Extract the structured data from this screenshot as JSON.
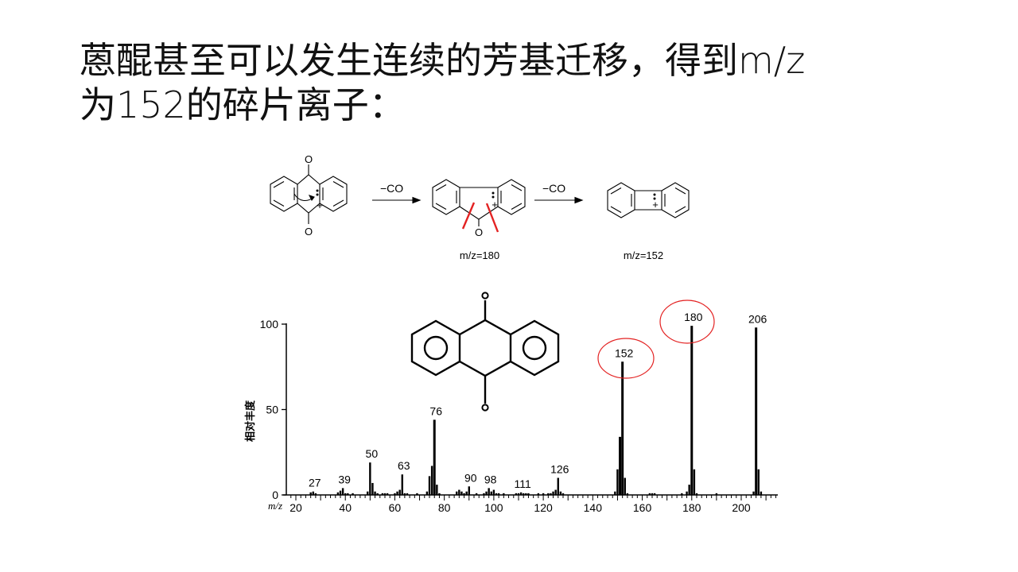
{
  "slide": {
    "title_line1": "蒽醌甚至可以发生连续的芳基迁移，得到m/z",
    "title_line2": "为152的碎片离子："
  },
  "scheme": {
    "arrow1_label": "−CO",
    "arrow2_label": "−CO",
    "atom_o": "O",
    "plus": "+",
    "intermediate_label": "m/z=180",
    "product_label": "m/z=152"
  },
  "chart_data": {
    "type": "bar",
    "ylabel": "相对丰度",
    "xlabel": "m/z",
    "xlim": [
      18,
      214
    ],
    "ylim": [
      0,
      100
    ],
    "x_ticks": [
      20,
      40,
      60,
      80,
      100,
      120,
      140,
      160,
      180,
      200
    ],
    "y_ticks": [
      0,
      50,
      100
    ],
    "highlight_color": "#e32222",
    "highlighted_peaks": [
      152,
      180
    ],
    "peaks": [
      {
        "mz": 26,
        "intensity": 1.5
      },
      {
        "mz": 27,
        "intensity": 2,
        "label": "27"
      },
      {
        "mz": 28,
        "intensity": 1
      },
      {
        "mz": 37,
        "intensity": 1.5
      },
      {
        "mz": 38,
        "intensity": 2.5
      },
      {
        "mz": 39,
        "intensity": 4,
        "label": "39"
      },
      {
        "mz": 40,
        "intensity": 1
      },
      {
        "mz": 41,
        "intensity": 1
      },
      {
        "mz": 43,
        "intensity": 1
      },
      {
        "mz": 49,
        "intensity": 2
      },
      {
        "mz": 50,
        "intensity": 19,
        "label": "50"
      },
      {
        "mz": 51,
        "intensity": 7
      },
      {
        "mz": 52,
        "intensity": 2
      },
      {
        "mz": 53,
        "intensity": 1
      },
      {
        "mz": 55,
        "intensity": 1
      },
      {
        "mz": 56,
        "intensity": 1
      },
      {
        "mz": 57,
        "intensity": 1
      },
      {
        "mz": 60,
        "intensity": 1
      },
      {
        "mz": 61,
        "intensity": 2
      },
      {
        "mz": 62,
        "intensity": 3
      },
      {
        "mz": 63,
        "intensity": 12,
        "label": "63"
      },
      {
        "mz": 64,
        "intensity": 1
      },
      {
        "mz": 65,
        "intensity": 1
      },
      {
        "mz": 69,
        "intensity": 1
      },
      {
        "mz": 73,
        "intensity": 2
      },
      {
        "mz": 74,
        "intensity": 11
      },
      {
        "mz": 75,
        "intensity": 17
      },
      {
        "mz": 76,
        "intensity": 44,
        "label": "76"
      },
      {
        "mz": 77,
        "intensity": 6
      },
      {
        "mz": 78,
        "intensity": 1
      },
      {
        "mz": 85,
        "intensity": 2
      },
      {
        "mz": 86,
        "intensity": 3
      },
      {
        "mz": 87,
        "intensity": 2
      },
      {
        "mz": 88,
        "intensity": 1
      },
      {
        "mz": 89,
        "intensity": 2
      },
      {
        "mz": 90,
        "intensity": 5,
        "label": "90"
      },
      {
        "mz": 93,
        "intensity": 1
      },
      {
        "mz": 96,
        "intensity": 1
      },
      {
        "mz": 97,
        "intensity": 2
      },
      {
        "mz": 98,
        "intensity": 4,
        "label": "98"
      },
      {
        "mz": 99,
        "intensity": 2
      },
      {
        "mz": 100,
        "intensity": 3
      },
      {
        "mz": 101,
        "intensity": 1
      },
      {
        "mz": 102,
        "intensity": 1
      },
      {
        "mz": 104,
        "intensity": 1
      },
      {
        "mz": 109,
        "intensity": 1
      },
      {
        "mz": 110,
        "intensity": 1
      },
      {
        "mz": 111,
        "intensity": 1.5,
        "label": "111"
      },
      {
        "mz": 112,
        "intensity": 1
      },
      {
        "mz": 113,
        "intensity": 1
      },
      {
        "mz": 114,
        "intensity": 1
      },
      {
        "mz": 118,
        "intensity": 1
      },
      {
        "mz": 120,
        "intensity": 1
      },
      {
        "mz": 122,
        "intensity": 1
      },
      {
        "mz": 123,
        "intensity": 1
      },
      {
        "mz": 124,
        "intensity": 2
      },
      {
        "mz": 125,
        "intensity": 3
      },
      {
        "mz": 126,
        "intensity": 10,
        "label": "126"
      },
      {
        "mz": 127,
        "intensity": 2
      },
      {
        "mz": 128,
        "intensity": 1
      },
      {
        "mz": 149,
        "intensity": 2
      },
      {
        "mz": 150,
        "intensity": 15
      },
      {
        "mz": 151,
        "intensity": 34
      },
      {
        "mz": 152,
        "intensity": 78,
        "label": "152"
      },
      {
        "mz": 153,
        "intensity": 10
      },
      {
        "mz": 154,
        "intensity": 1
      },
      {
        "mz": 163,
        "intensity": 1
      },
      {
        "mz": 164,
        "intensity": 1
      },
      {
        "mz": 165,
        "intensity": 1
      },
      {
        "mz": 176,
        "intensity": 1
      },
      {
        "mz": 178,
        "intensity": 2
      },
      {
        "mz": 179,
        "intensity": 6
      },
      {
        "mz": 180,
        "intensity": 99,
        "label": "180"
      },
      {
        "mz": 181,
        "intensity": 15
      },
      {
        "mz": 182,
        "intensity": 1
      },
      {
        "mz": 190,
        "intensity": 1
      },
      {
        "mz": 205,
        "intensity": 2
      },
      {
        "mz": 206,
        "intensity": 98,
        "label": "206"
      },
      {
        "mz": 207,
        "intensity": 15
      },
      {
        "mz": 208,
        "intensity": 2
      }
    ]
  }
}
